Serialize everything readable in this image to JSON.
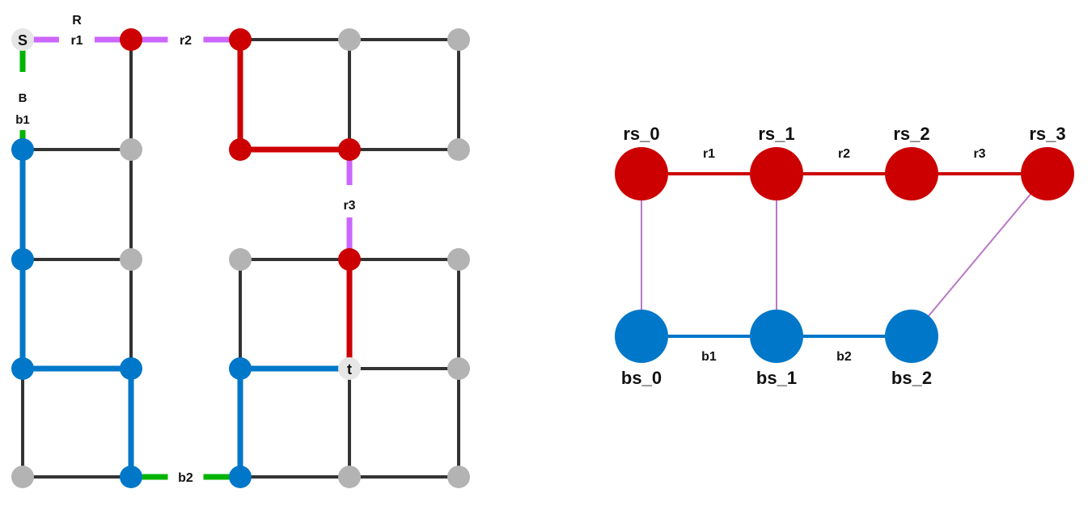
{
  "colors": {
    "red": "#cc0000",
    "blue": "#0077c8",
    "gray": "#b3b3b3",
    "dark": "#333333",
    "purple": "#cc66ff",
    "green": "#00b300",
    "light": "#e6e6e6",
    "link": "#b878c8"
  },
  "grid": {
    "title_label": "R",
    "nodes": [
      [
        "light",
        "red",
        "red",
        "gray",
        "gray"
      ],
      [
        "blue",
        "gray",
        "red",
        "red",
        "gray"
      ],
      [
        "blue",
        "gray",
        "gray",
        "red",
        "gray"
      ],
      [
        "blue",
        "blue",
        "blue",
        "light",
        "gray"
      ],
      [
        "gray",
        "blue",
        "blue",
        "gray",
        "gray"
      ]
    ],
    "node_labels": [
      {
        "row": 0,
        "col": 0,
        "text": "S"
      },
      {
        "row": 3,
        "col": 3,
        "text": "t"
      }
    ],
    "edges": [
      {
        "a": [
          0,
          0
        ],
        "b": [
          0,
          1
        ],
        "color": "purple",
        "label": "r1"
      },
      {
        "a": [
          0,
          1
        ],
        "b": [
          0,
          2
        ],
        "color": "purple",
        "label": "r2"
      },
      {
        "a": [
          0,
          2
        ],
        "b": [
          0,
          3
        ],
        "color": "dark"
      },
      {
        "a": [
          0,
          3
        ],
        "b": [
          0,
          4
        ],
        "color": "dark"
      },
      {
        "a": [
          1,
          0
        ],
        "b": [
          1,
          1
        ],
        "color": "dark"
      },
      {
        "a": [
          1,
          2
        ],
        "b": [
          1,
          3
        ],
        "color": "red"
      },
      {
        "a": [
          1,
          3
        ],
        "b": [
          1,
          4
        ],
        "color": "dark"
      },
      {
        "a": [
          2,
          0
        ],
        "b": [
          2,
          1
        ],
        "color": "dark"
      },
      {
        "a": [
          2,
          2
        ],
        "b": [
          2,
          3
        ],
        "color": "dark"
      },
      {
        "a": [
          2,
          3
        ],
        "b": [
          2,
          4
        ],
        "color": "dark"
      },
      {
        "a": [
          3,
          0
        ],
        "b": [
          3,
          1
        ],
        "color": "blue"
      },
      {
        "a": [
          3,
          2
        ],
        "b": [
          3,
          3
        ],
        "color": "blue"
      },
      {
        "a": [
          3,
          3
        ],
        "b": [
          3,
          4
        ],
        "color": "dark"
      },
      {
        "a": [
          4,
          0
        ],
        "b": [
          4,
          1
        ],
        "color": "dark"
      },
      {
        "a": [
          4,
          1
        ],
        "b": [
          4,
          2
        ],
        "color": "green",
        "label": "b2"
      },
      {
        "a": [
          4,
          2
        ],
        "b": [
          4,
          3
        ],
        "color": "dark"
      },
      {
        "a": [
          4,
          3
        ],
        "b": [
          4,
          4
        ],
        "color": "dark"
      },
      {
        "a": [
          0,
          0
        ],
        "b": [
          1,
          0
        ],
        "color": "green",
        "label": "b1",
        "label2": "B"
      },
      {
        "a": [
          1,
          0
        ],
        "b": [
          2,
          0
        ],
        "color": "blue"
      },
      {
        "a": [
          2,
          0
        ],
        "b": [
          3,
          0
        ],
        "color": "blue"
      },
      {
        "a": [
          3,
          0
        ],
        "b": [
          4,
          0
        ],
        "color": "dark"
      },
      {
        "a": [
          0,
          1
        ],
        "b": [
          1,
          1
        ],
        "color": "dark"
      },
      {
        "a": [
          1,
          1
        ],
        "b": [
          2,
          1
        ],
        "color": "dark"
      },
      {
        "a": [
          2,
          1
        ],
        "b": [
          3,
          1
        ],
        "color": "dark"
      },
      {
        "a": [
          3,
          1
        ],
        "b": [
          4,
          1
        ],
        "color": "blue"
      },
      {
        "a": [
          0,
          2
        ],
        "b": [
          1,
          2
        ],
        "color": "red"
      },
      {
        "a": [
          2,
          2
        ],
        "b": [
          3,
          2
        ],
        "color": "dark"
      },
      {
        "a": [
          3,
          2
        ],
        "b": [
          4,
          2
        ],
        "color": "blue"
      },
      {
        "a": [
          0,
          3
        ],
        "b": [
          1,
          3
        ],
        "color": "dark"
      },
      {
        "a": [
          1,
          3
        ],
        "b": [
          2,
          3
        ],
        "color": "purple",
        "label": "r3"
      },
      {
        "a": [
          2,
          3
        ],
        "b": [
          3,
          3
        ],
        "color": "red"
      },
      {
        "a": [
          3,
          3
        ],
        "b": [
          4,
          3
        ],
        "color": "dark"
      },
      {
        "a": [
          0,
          4
        ],
        "b": [
          1,
          4
        ],
        "color": "dark"
      },
      {
        "a": [
          2,
          4
        ],
        "b": [
          3,
          4
        ],
        "color": "dark"
      },
      {
        "a": [
          3,
          4
        ],
        "b": [
          4,
          4
        ],
        "color": "dark"
      }
    ]
  },
  "abstract": {
    "red_nodes": [
      "rs_0",
      "rs_1",
      "rs_2",
      "rs_3"
    ],
    "blue_nodes": [
      "bs_0",
      "bs_1",
      "bs_2"
    ],
    "red_edges": [
      {
        "a": "rs_0",
        "b": "rs_1",
        "label": "r1"
      },
      {
        "a": "rs_1",
        "b": "rs_2",
        "label": "r2"
      },
      {
        "a": "rs_2",
        "b": "rs_3",
        "label": "r3"
      }
    ],
    "blue_edges": [
      {
        "a": "bs_0",
        "b": "bs_1",
        "label": "b1"
      },
      {
        "a": "bs_1",
        "b": "bs_2",
        "label": "b2"
      }
    ],
    "links": [
      {
        "a": "rs_0",
        "b": "bs_0"
      },
      {
        "a": "rs_1",
        "b": "bs_1"
      },
      {
        "a": "rs_3",
        "b": "bs_2"
      }
    ]
  }
}
